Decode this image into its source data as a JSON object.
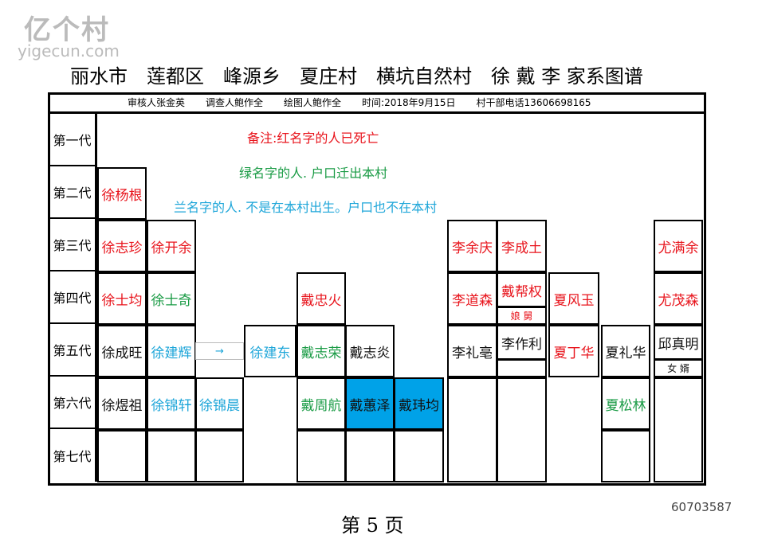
{
  "watermark": {
    "name": "亿个村",
    "url": "yigecun.com"
  },
  "title": "丽水市　莲都区　峰源乡　夏庄村　横坑自然村　徐 戴 李 家系图谱",
  "header": [
    "审核人张金英",
    "调查人鲍作全",
    "绘图人鲍作全",
    "时间:2018年9月15日",
    "村干部电话13606698165"
  ],
  "notes": {
    "red": "备注:红名字的人已死亡",
    "green": "绿名字的人. 户口迁出本村",
    "blue": "兰名字的人. 不是在本村出生。户口也不在本村"
  },
  "generations": [
    "第一代",
    "第二代",
    "第三代",
    "第四代",
    "第五代",
    "第六代",
    "第七代"
  ],
  "people": {
    "g2": [
      "徐杨根"
    ],
    "g3": [
      "徐志珍",
      "徐开余",
      "李余庆",
      "李成土",
      "尤满余"
    ],
    "g4": [
      "徐士均",
      "徐士奇",
      "戴忠火",
      "李道森",
      "戴帮权",
      "夏风玉",
      "尤茂森"
    ],
    "g4_note": "娘 舅",
    "g5": [
      "徐成旺",
      "徐建辉",
      "徐建东",
      "戴志荣",
      "戴志炎",
      "李礼亳",
      "李作利",
      "夏丁华",
      "夏礼华",
      "邱真明"
    ],
    "g5_arrow": "→",
    "g5_note": "女 婿",
    "g6": [
      "徐煜祖",
      "徐锦轩",
      "徐锦晨",
      "戴周航",
      "戴蕙泽",
      "戴玮均",
      "夏松林"
    ]
  },
  "colors": {
    "dead": "#e8141c",
    "moved_out": "#1a9b45",
    "outsider": "#1ea6d9",
    "highlight": "#00a2e8"
  },
  "footer": {
    "page": "第 5 页",
    "id": "60703587"
  }
}
